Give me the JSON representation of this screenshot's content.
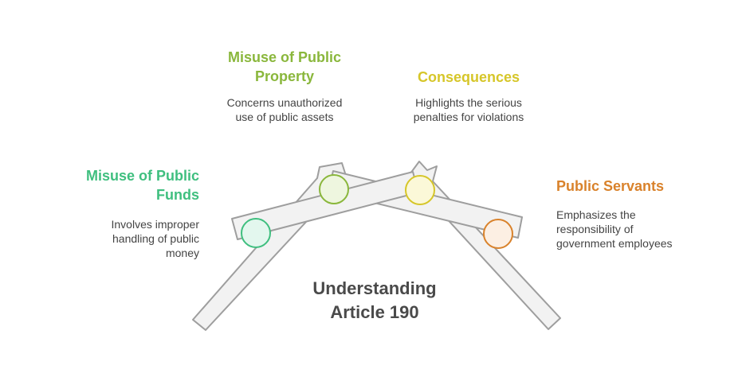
{
  "colors": {
    "bar_fill": "#f2f2f2",
    "bar_stroke": "#9e9e9e",
    "green": "#3fbf7f",
    "lime": "#8ab73c",
    "yellow": "#d6c629",
    "orange": "#d9822b"
  },
  "center_title": "Understanding\nArticle 190",
  "items": [
    {
      "key": "funds",
      "title": "Misuse of Public\nFunds",
      "description": "Involves improper\nhandling of public\nmoney",
      "color": "#3fbf7f",
      "node_fill": "#e3f7ee"
    },
    {
      "key": "property",
      "title": "Misuse of Public\nProperty",
      "description": "Concerns unauthorized\nuse of public assets",
      "color": "#8ab73c",
      "node_fill": "#eef6df"
    },
    {
      "key": "consequences",
      "title": "Consequences",
      "description": "Highlights the serious\npenalties for violations",
      "color": "#d6c629",
      "node_fill": "#fbf8d8"
    },
    {
      "key": "servants",
      "title": "Public Servants",
      "description": "Emphasizes the\nresponsibility of\ngovernment employees",
      "color": "#d9822b",
      "node_fill": "#fcefe3"
    }
  ]
}
